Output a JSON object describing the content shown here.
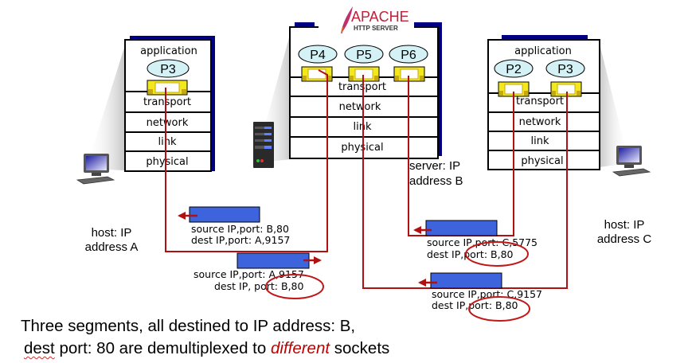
{
  "colors": {
    "arrow_red": "#b01010",
    "ellipse_red": "#c01818",
    "segment_blue": "#3d63dd",
    "process_fill": "#d4f2f6",
    "socket_yellow": "#f2e81c",
    "stack_shadow": "#000080",
    "caption_emphasis": "#c00000"
  },
  "logo": {
    "name": "APACHE",
    "sub": "HTTP SERVER"
  },
  "hosts": {
    "A": {
      "label_line1": "host: IP",
      "label_line2": "address A",
      "layers": [
        "application",
        "transport",
        "network",
        "link",
        "physical"
      ],
      "processes": [
        "P3"
      ]
    },
    "B": {
      "label_line1": "server: IP",
      "label_line2": "address B",
      "layers": [
        "transport",
        "network",
        "link",
        "physical"
      ],
      "processes": [
        "P4",
        "P5",
        "P6"
      ]
    },
    "C": {
      "label_line1": "host: IP",
      "label_line2": "address C",
      "layers": [
        "application",
        "transport",
        "network",
        "link",
        "physical"
      ],
      "processes": [
        "P2",
        "P3"
      ]
    }
  },
  "segments": [
    {
      "source": "source IP,port: B,80",
      "dest": "dest IP,port: A,9157",
      "direction": "left"
    },
    {
      "source": "source IP,port: A,9157",
      "dest": "dest IP, port: B,80",
      "direction": "right"
    },
    {
      "source": "source IP,port: C,5775",
      "dest": "dest IP,port: B,80",
      "direction": "left"
    },
    {
      "source": "source IP,port: C,9157",
      "dest": "dest IP,port: B,80",
      "direction": "left"
    }
  ],
  "caption": {
    "line1": "Three segments, all destined to IP address: B,",
    "line2_pre": "port: 80 are demultiplexed to",
    "line2_dest": "dest",
    "line2_emph": "different",
    "line2_post": "sockets"
  }
}
